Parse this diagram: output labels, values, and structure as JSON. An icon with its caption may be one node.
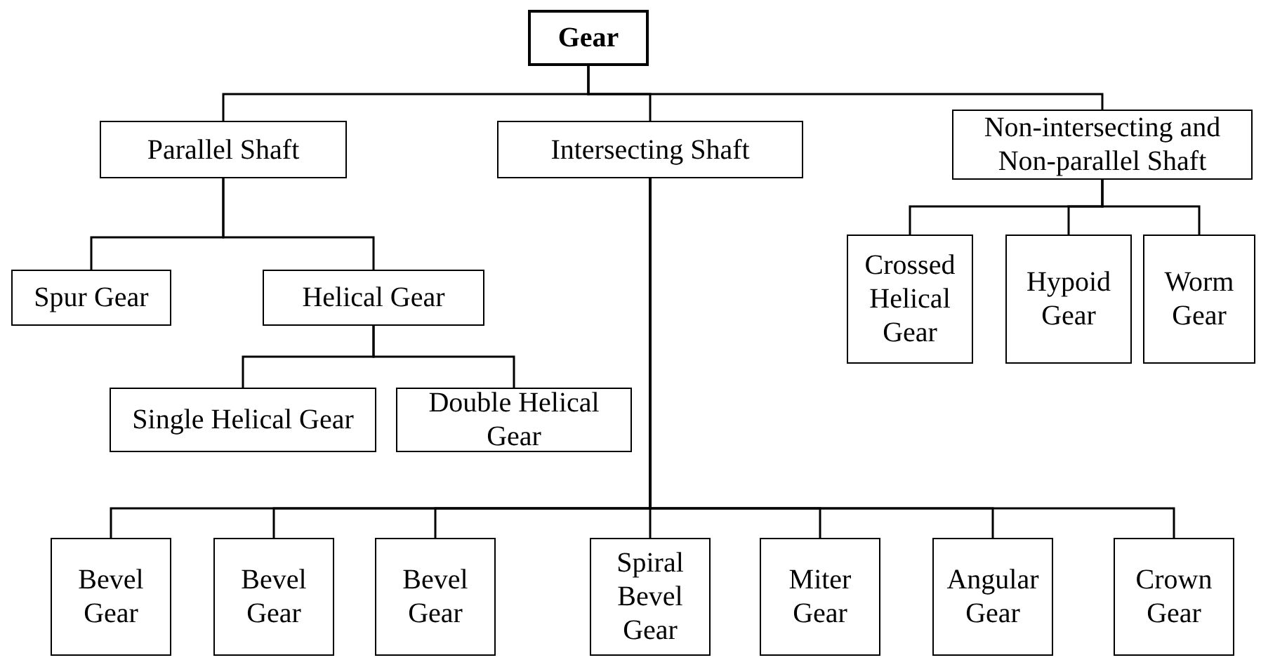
{
  "diagram": {
    "nodes": [
      {
        "text": [
          "Gear"
        ]
      },
      {
        "text": [
          "Parallel Shaft"
        ]
      },
      {
        "text": [
          "Intersecting Shaft"
        ]
      },
      {
        "text": [
          "Non-intersecting and Non-parallel Shaft"
        ]
      },
      {
        "text": [
          "Spur Gear"
        ]
      },
      {
        "text": [
          "Helical Gear"
        ]
      },
      {
        "text": [
          "Single Helical Gear"
        ]
      },
      {
        "text": [
          "Double Helical Gear"
        ]
      },
      {
        "text": [
          "Crossed Helical Gear"
        ]
      },
      {
        "text": [
          "Hypoid Gear"
        ]
      },
      {
        "text": [
          "Worm Gear"
        ]
      },
      {
        "text": [
          "Bevel Gear"
        ]
      },
      {
        "text": [
          "Bevel Gear"
        ]
      },
      {
        "text": [
          "Bevel Gear"
        ]
      },
      {
        "text": [
          "Spiral Bevel Gear"
        ]
      },
      {
        "text": [
          "Miter Gear"
        ]
      },
      {
        "text": [
          "Angular Gear"
        ]
      },
      {
        "text": [
          "Crown Gear"
        ]
      }
    ],
    "edges": [
      {
        "from": 0,
        "to": 1,
        "arrow": "none"
      },
      {
        "from": 0,
        "to": 2,
        "arrow": "none"
      },
      {
        "from": 0,
        "to": 3,
        "arrow": "none"
      },
      {
        "from": 1,
        "to": 4,
        "arrow": "none"
      },
      {
        "from": 1,
        "to": 5,
        "arrow": "none"
      },
      {
        "from": 5,
        "to": 6,
        "arrow": "none"
      },
      {
        "from": 5,
        "to": 7,
        "arrow": "none"
      },
      {
        "from": 3,
        "to": 8,
        "arrow": "none"
      },
      {
        "from": 3,
        "to": 9,
        "arrow": "none"
      },
      {
        "from": 3,
        "to": 10,
        "arrow": "none"
      },
      {
        "from": 2,
        "to": 11,
        "arrow": "none"
      },
      {
        "from": 2,
        "to": 12,
        "arrow": "none"
      },
      {
        "from": 2,
        "to": 13,
        "arrow": "none"
      },
      {
        "from": 2,
        "to": 14,
        "arrow": "none"
      },
      {
        "from": 2,
        "to": 15,
        "arrow": "none"
      },
      {
        "from": 2,
        "to": 16,
        "arrow": "none"
      },
      {
        "from": 2,
        "to": 17,
        "arrow": "none"
      }
    ]
  }
}
